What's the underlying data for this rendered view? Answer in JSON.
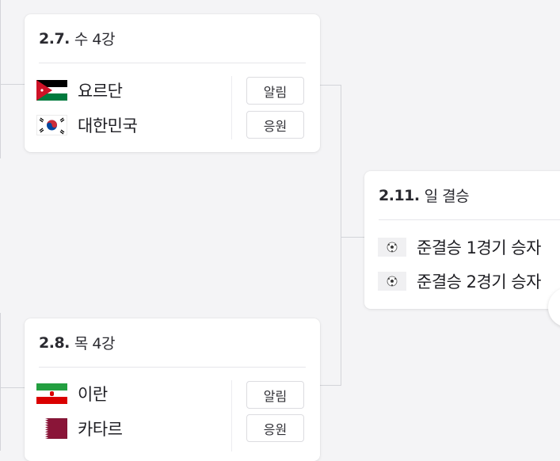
{
  "matches": [
    {
      "date": "2.7.",
      "round": "수 4강",
      "teams": [
        {
          "name": "요르단",
          "flag": "jordan-flag"
        },
        {
          "name": "대한민국",
          "flag": "korea-flag"
        }
      ],
      "alert_label": "알림",
      "cheer_label": "응원"
    },
    {
      "date": "2.8.",
      "round": "목 4강",
      "teams": [
        {
          "name": "이란",
          "flag": "iran-flag"
        },
        {
          "name": "카타르",
          "flag": "qatar-flag"
        }
      ],
      "alert_label": "알림",
      "cheer_label": "응원"
    }
  ],
  "final": {
    "date": "2.11.",
    "round": "일 결승",
    "teams": [
      {
        "name": "준결승 1경기 승자",
        "icon": "soccer-ball-icon"
      },
      {
        "name": "준결승 2경기 승자",
        "icon": "soccer-ball-icon"
      }
    ]
  },
  "colors": {
    "background": "#f4f4f6",
    "card": "#ffffff",
    "connector": "#d3d4d9",
    "text": "#1e1e23"
  }
}
